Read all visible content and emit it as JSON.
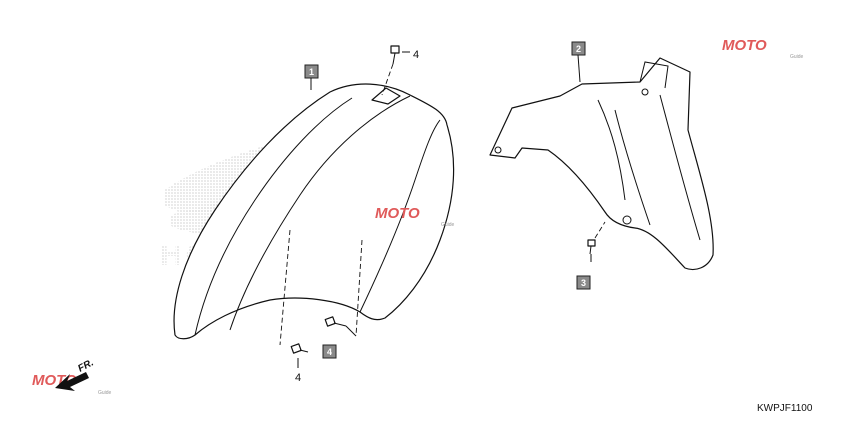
{
  "diagram": {
    "drawing_code": "KWPJF1100",
    "direction_label": "FR.",
    "parts": [
      {
        "tag": "1"
      },
      {
        "tag": "2"
      },
      {
        "tag": "3"
      },
      {
        "tag": "4"
      }
    ],
    "callouts": [
      {
        "label": "4"
      },
      {
        "label": "4"
      }
    ],
    "watermarks": [
      {
        "logo": "MOTO",
        "sub": "Guide"
      },
      {
        "logo": "MOTO",
        "sub": "Guide"
      },
      {
        "logo": "MOTO",
        "sub": "Guide"
      }
    ],
    "background_logo": "HONDA",
    "colors": {
      "tag_fill": "#8a8a8a",
      "watermark": "#e05a5a",
      "line": "#111111"
    }
  }
}
